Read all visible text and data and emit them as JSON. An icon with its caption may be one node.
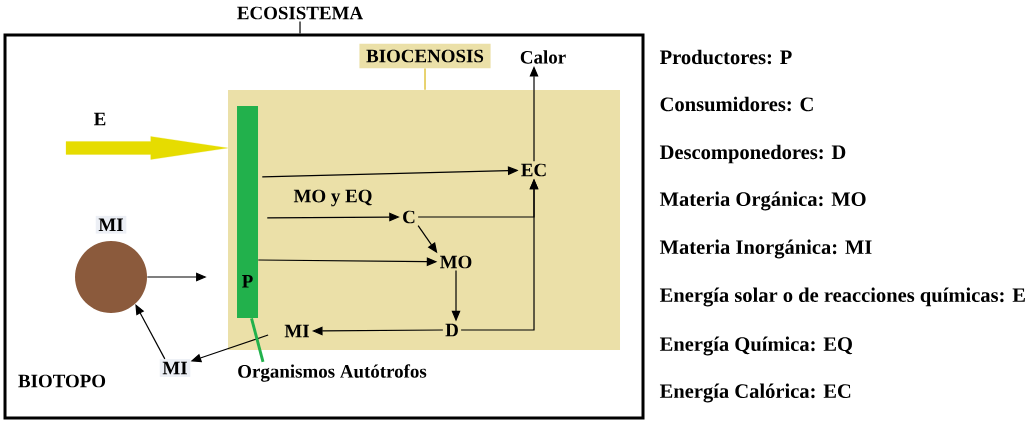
{
  "diagram": {
    "nodes": [
      {
        "text": [
          "ECOSISTEMA"
        ]
      },
      {
        "text": [],
        "shape": "box"
      },
      {
        "text": [
          "BIOCENOSIS"
        ],
        "in": 1
      },
      {
        "text": [],
        "shape": "box",
        "in": 1
      },
      {
        "text": [
          "Calor"
        ],
        "in": 1
      },
      {
        "text": [
          "P"
        ],
        "in": 3
      },
      {
        "text": [
          "EC"
        ],
        "in": 3
      },
      {
        "text": [
          "C"
        ],
        "in": 3
      },
      {
        "text": [
          "MO"
        ],
        "in": 3
      },
      {
        "text": [
          "MI"
        ],
        "in": 1
      },
      {
        "text": [
          "D"
        ],
        "in": 3
      },
      {
        "text": [
          "MI"
        ],
        "in": 3
      },
      {
        "text": [
          "MI"
        ],
        "in": 1
      },
      {
        "text": [
          "Organismos Autótrofos"
        ],
        "in": 1
      }
    ],
    "edges": [
      {
        "from": 0,
        "to": 1,
        "arrow": "none"
      },
      {
        "from": 2,
        "to": 3,
        "arrow": "none",
        "color": "#d8b511"
      },
      {
        "from": null,
        "to": 3,
        "arrow": "to",
        "label": "E",
        "style": "thick",
        "color": "#e6dc00"
      },
      {
        "from": 5,
        "to": 6,
        "arrow": "to"
      },
      {
        "from": 5,
        "to": 7,
        "arrow": "to",
        "label": "MO y EQ"
      },
      {
        "from": 7,
        "to": 8,
        "arrow": "to"
      },
      {
        "from": 5,
        "to": 8,
        "arrow": "to"
      },
      {
        "from": 7,
        "to": 6,
        "arrow": "to"
      },
      {
        "from": 8,
        "to": 10,
        "arrow": "to"
      },
      {
        "from": 10,
        "to": 6,
        "arrow": "to"
      },
      {
        "from": 10,
        "to": 11,
        "arrow": "to"
      },
      {
        "from": 11,
        "to": 12,
        "arrow": "to"
      },
      {
        "from": 12,
        "to": 9,
        "arrow": "to"
      },
      {
        "from": 9,
        "to": 5,
        "arrow": "to"
      },
      {
        "from": 6,
        "to": 4,
        "arrow": "to"
      },
      {
        "from": 13,
        "to": 5,
        "arrow": "none",
        "style": "thick",
        "color": "#22b14c"
      }
    ],
    "labels": [
      "BIOTOPO",
      "Productores: P",
      "Consumidores: C",
      "Descomponedores: D",
      "Materia Orgánica: MO",
      "Materia Inorgánica: MI",
      "Energía solar o de reacciones químicas: E",
      "Energía Química: EQ",
      "Energía Calórica: EC"
    ]
  }
}
